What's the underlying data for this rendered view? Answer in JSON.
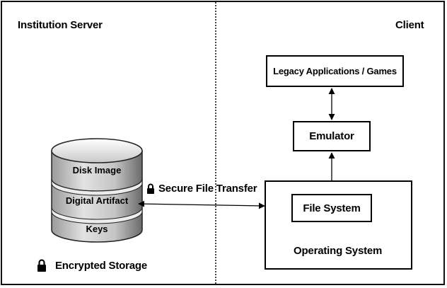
{
  "server": {
    "title": "Institution Server",
    "storage_layers": [
      "Disk Image",
      "Digital Artifact",
      "Keys"
    ],
    "storage_caption": "Encrypted Storage",
    "storage_icon": "lock-icon"
  },
  "client": {
    "title": "Client",
    "legacy_apps": "Legacy Applications / Games",
    "emulator": "Emulator",
    "file_system": "File System",
    "operating_system": "Operating System"
  },
  "transfer": {
    "label": "Secure File Transfer",
    "icon": "lock-icon"
  },
  "colors": {
    "cylinder_light": "#d6d6d6",
    "cylinder_dark": "#6e6e6e",
    "stroke": "#000000"
  }
}
